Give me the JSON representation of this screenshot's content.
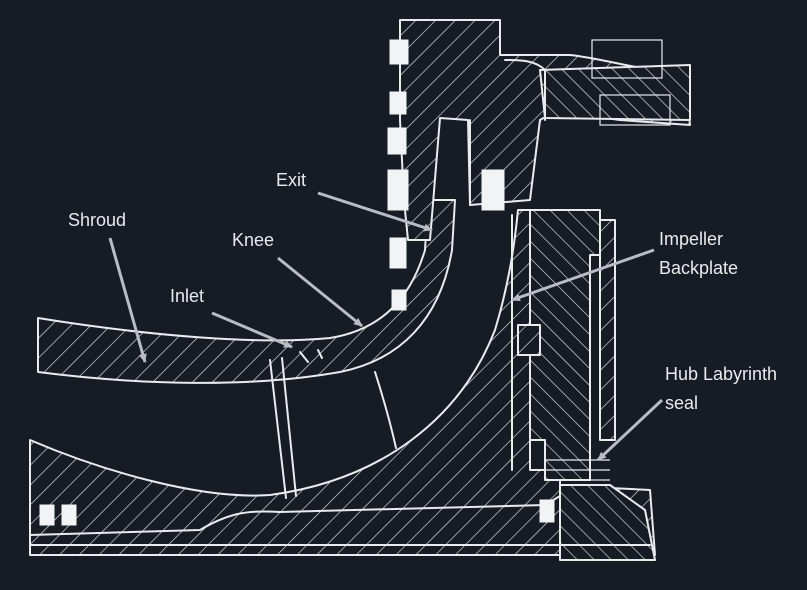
{
  "labels": {
    "shroud": "Shroud",
    "inlet": "Inlet",
    "knee": "Knee",
    "exit": "Exit",
    "impeller_line1": "Impeller",
    "impeller_line2": "Backplate",
    "hub_line1": "Hub Labyrinth",
    "hub_line2": "seal"
  },
  "colors": {
    "background": "#161b24",
    "drawing": "#e9ebef",
    "leader": "#b9bcc2"
  }
}
